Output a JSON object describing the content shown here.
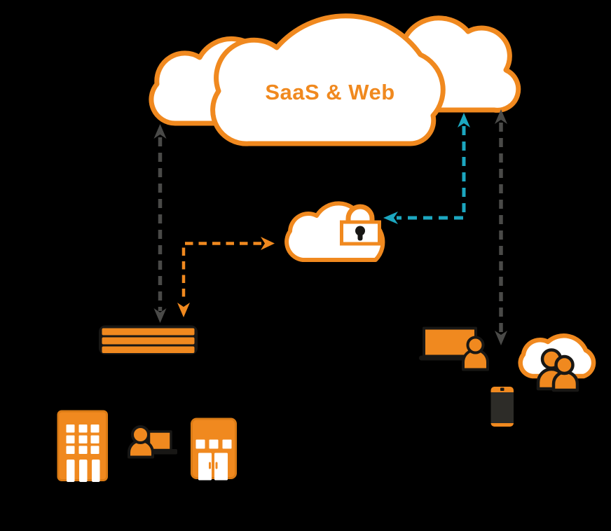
{
  "page": {
    "description": "Cloud security architecture diagram on black background"
  },
  "palette": {
    "background": "#000000",
    "orange": "#F0891F",
    "orange_dark": "#DB7B15",
    "gray": "#4A4A48",
    "teal": "#1CA7C0",
    "ink": "#181715",
    "white": "#FFFFFF",
    "device_dark": "#2D2C28"
  },
  "saas_cloud": {
    "label": "SaaS & Web"
  },
  "icons": {
    "saas_cloud": "triple-cloud-icon",
    "security_cloud": "cloud-with-padlock-icon",
    "gateway_stack": "appliance-stack-icon",
    "office_building": "office-building-icon",
    "hq_user": "person-with-laptop-icon",
    "store_building": "storefront-icon",
    "remote_user": "person-with-laptop-icon",
    "smartphone": "smartphone-icon",
    "roaming_users": "people-with-cloud-icon"
  },
  "connections": [
    {
      "id": "gateway-to-saas",
      "color": "gray",
      "style": "dashed",
      "heads": "both-ends"
    },
    {
      "id": "gateway-to-security-cloud",
      "color": "orange",
      "style": "dashed",
      "heads": "both-ends"
    },
    {
      "id": "security-cloud-to-saas",
      "color": "teal",
      "style": "dashed",
      "heads": "both-ends"
    },
    {
      "id": "remote-users-to-saas",
      "color": "gray",
      "style": "dashed",
      "heads": "both-ends"
    }
  ]
}
